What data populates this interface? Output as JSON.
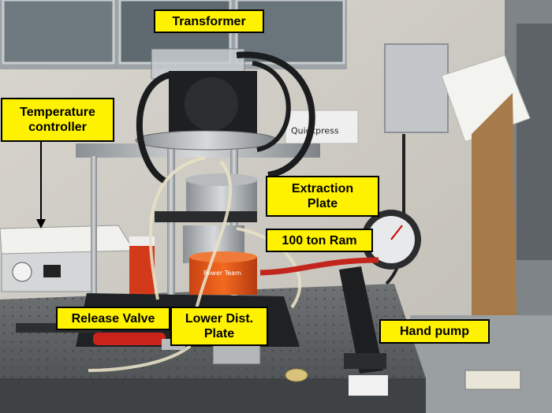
{
  "labels": {
    "transformer": "Transformer",
    "temperature_controller": "Temperature\ncontroller",
    "extraction_plate": "Extraction\nPlate",
    "ram": "100 ton Ram",
    "release_valve": "Release Valve",
    "lower_dist_plate": "Lower Dist.\nPlate",
    "hand_pump": "Hand pump"
  },
  "background_text": {
    "wall_sign": "Quickpress",
    "cylinder_brand": "Power Team"
  },
  "colors": {
    "label_fill": "#fff200",
    "label_border": "#000000",
    "arrow": "#000000"
  }
}
